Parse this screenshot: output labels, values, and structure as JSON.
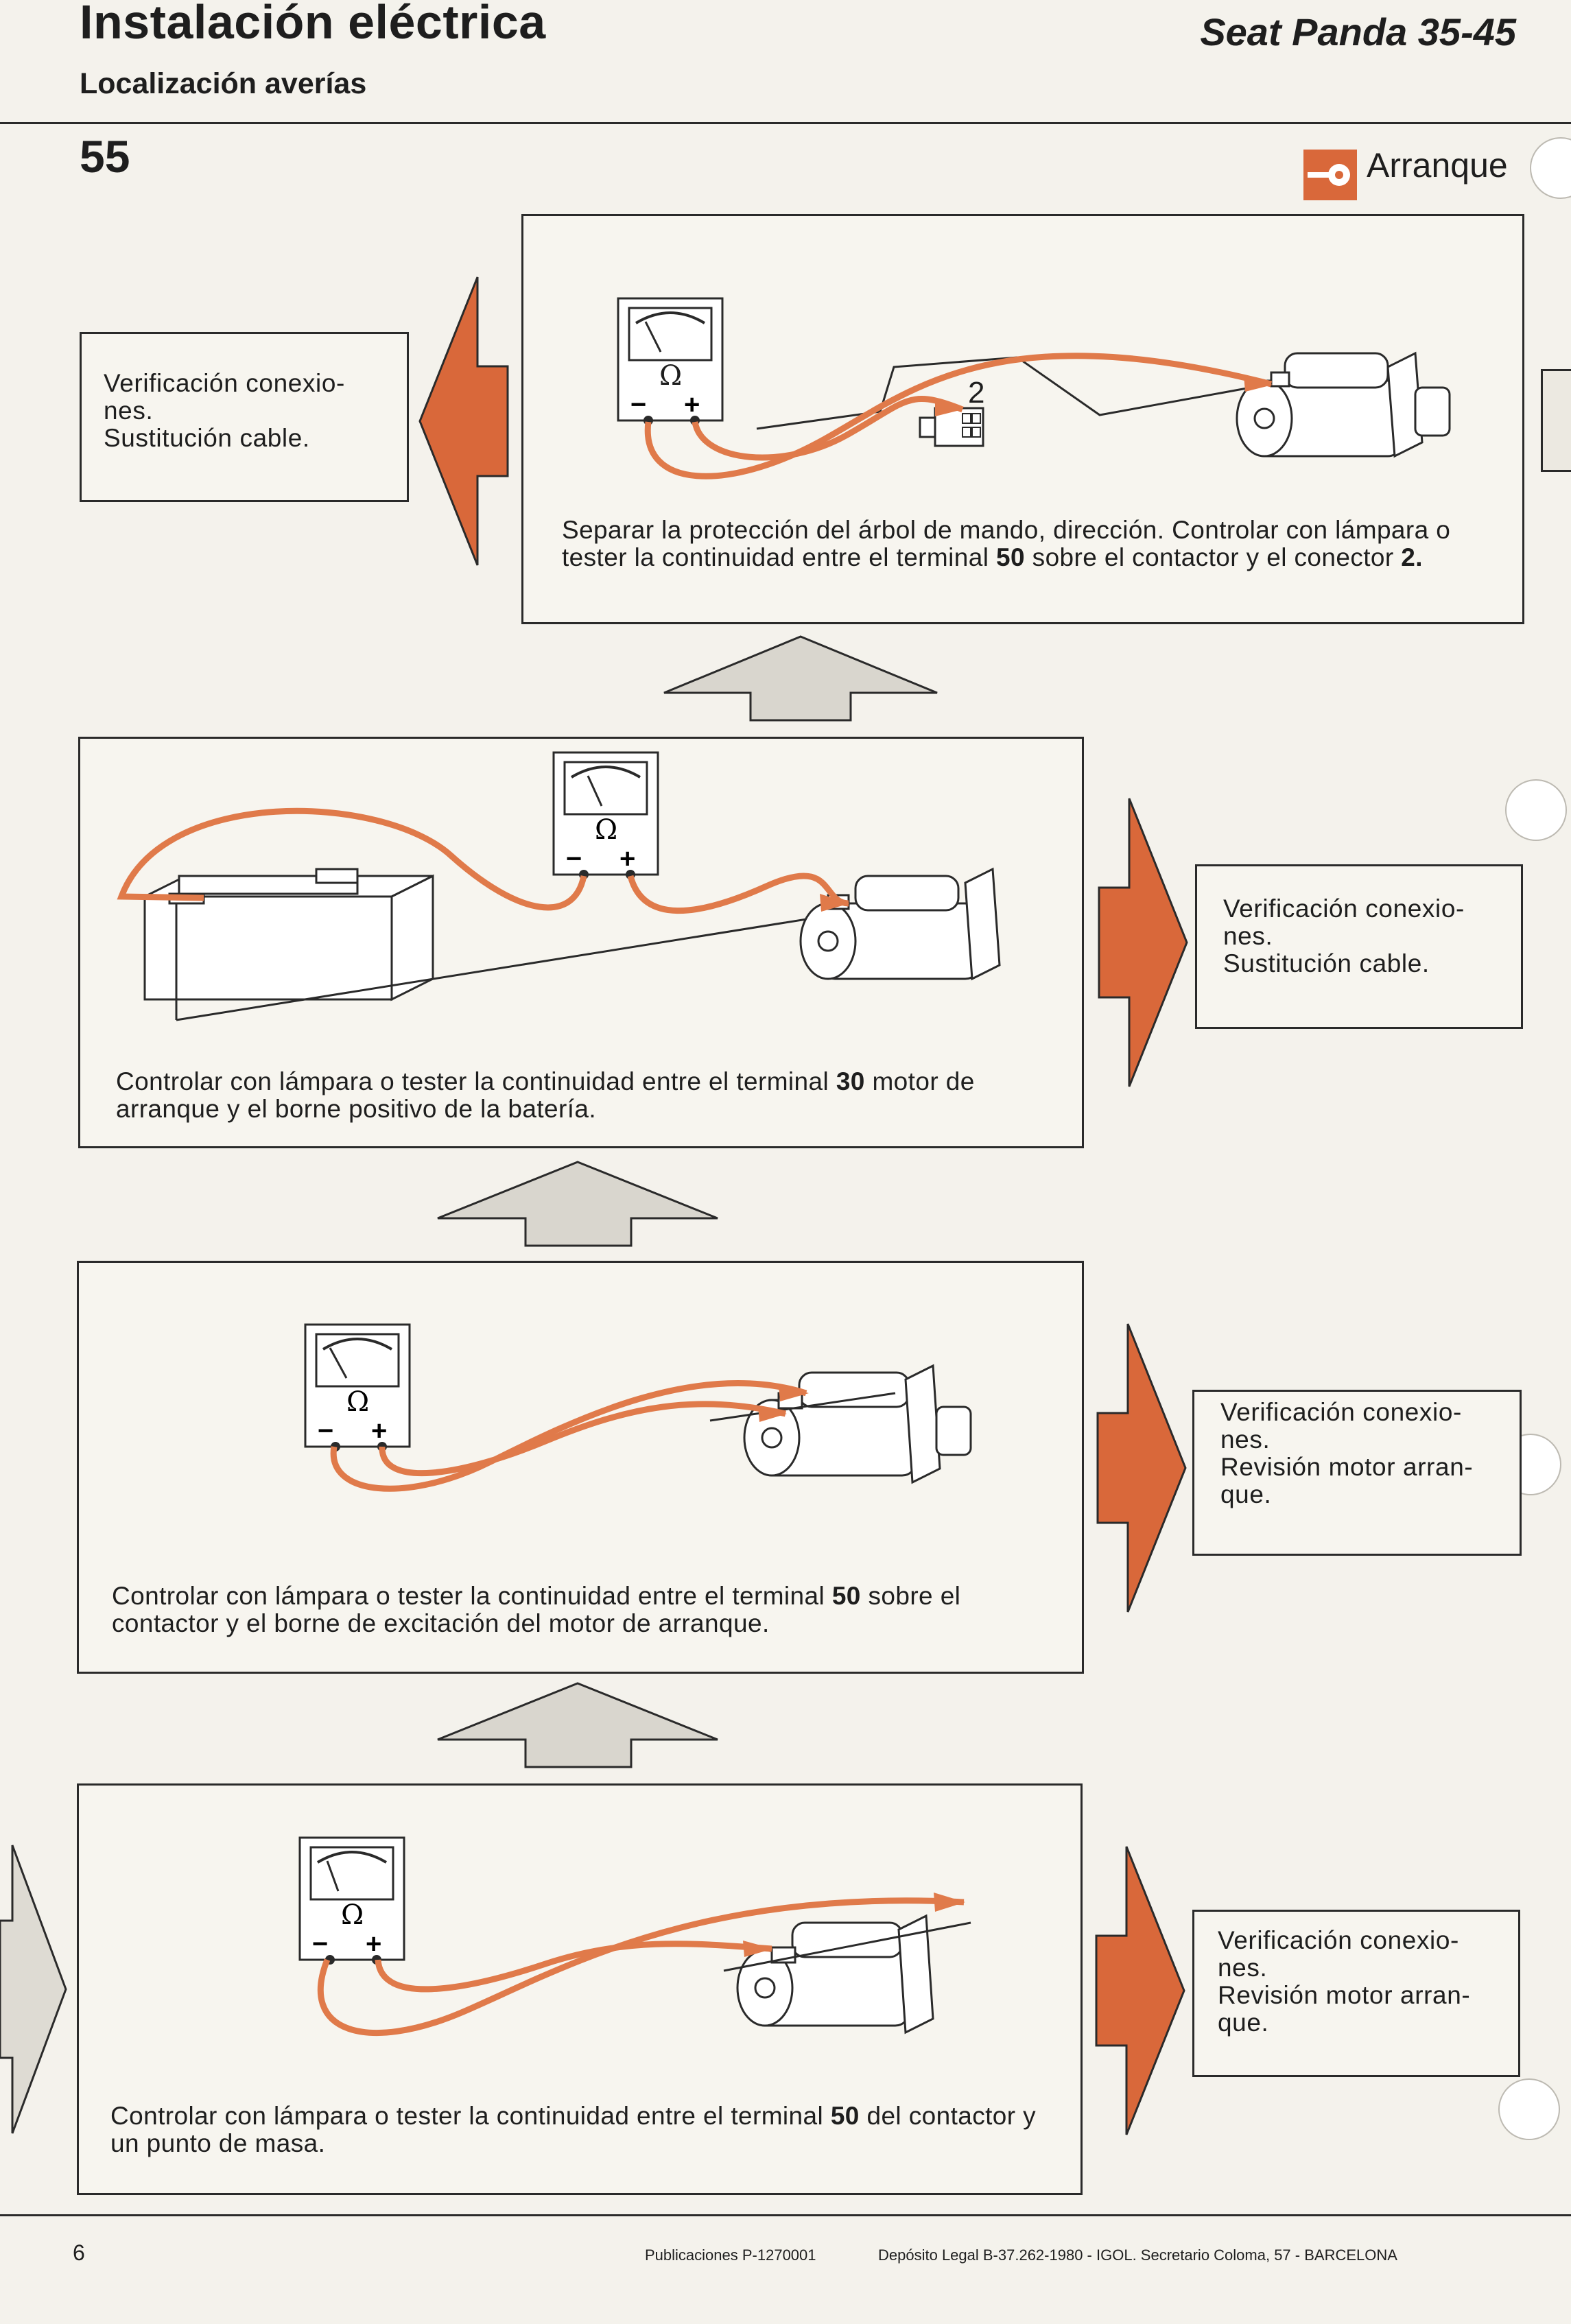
{
  "header": {
    "title": "Instalación eléctrica",
    "subtitle": "Localización averías",
    "model": "Seat Panda 35-45",
    "page_number": "55",
    "section": "Arranque",
    "section_icon": "key-icon"
  },
  "colors": {
    "accent": "#d9683a",
    "wire": "#e07a4a",
    "text": "#1e1e1e"
  },
  "steps": [
    {
      "caption_pre": "Separar la protección del árbol de mando, dirección. Controlar con lámpara o tester la continuidad entre el terminal ",
      "terminal": "50",
      "caption_post": " sobre el contactor y el conector ",
      "connector": "2.",
      "connector_label": "2",
      "meter_symbol": "Ω",
      "meter_minus": "−",
      "meter_plus": "+",
      "outcome": [
        "Verificación conexio-",
        "nes.",
        "Sustitución cable."
      ]
    },
    {
      "caption_pre": "Controlar con lámpara o tester la continuidad entre el terminal ",
      "terminal": "30",
      "caption_post": " motor de arranque y el borne positivo de la batería.",
      "meter_symbol": "Ω",
      "meter_minus": "−",
      "meter_plus": "+",
      "outcome": [
        "Verificación conexio-",
        "nes.",
        "Sustitución cable."
      ]
    },
    {
      "caption_pre": "Controlar con lámpara o tester la continuidad entre el terminal ",
      "terminal": "50",
      "caption_post": " sobre el contactor y el borne de excitación del motor de arranque.",
      "meter_symbol": "Ω",
      "meter_minus": "−",
      "meter_plus": "+",
      "outcome": [
        "Verificación conexio-",
        "nes.",
        "Revisión motor arran-",
        "que."
      ]
    },
    {
      "caption_pre": "Controlar con lámpara o tester la continuidad entre el terminal ",
      "terminal": "50",
      "caption_post": " del contactor y un punto de masa.",
      "meter_symbol": "Ω",
      "meter_minus": "−",
      "meter_plus": "+",
      "outcome": [
        "Verificación conexio-",
        "nes.",
        "Revisión motor arran-",
        "que."
      ]
    }
  ],
  "footer": {
    "page": "6",
    "publication": "Publicaciones P-1270001",
    "legal": "Depósito Legal B-37.262-1980 - IGOL. Secretario Coloma, 57 - BARCELONA"
  }
}
